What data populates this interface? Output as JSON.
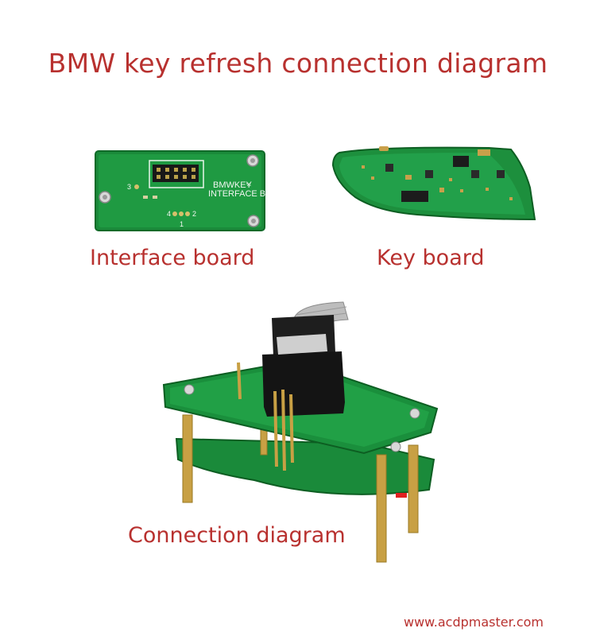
{
  "title": "BMW key refresh connection diagram",
  "labels": {
    "interface_board": "Interface board",
    "key_board": "Key board",
    "connection_diagram": "Connection diagram"
  },
  "interface_board": {
    "silkscreen_line1": "BMWKEY",
    "silkscreen_line2": "INTERFACE B",
    "version": "V1",
    "pins": [
      "1",
      "2",
      "3",
      "4"
    ]
  },
  "footer": {
    "website": "www.acdpmaster.com"
  },
  "colors": {
    "title_red": "#b8312f",
    "pcb_green": "#1a8a3a",
    "pcb_dark": "#0f6a28",
    "brass": "#c8a044",
    "connector": "#1a1a1a"
  }
}
